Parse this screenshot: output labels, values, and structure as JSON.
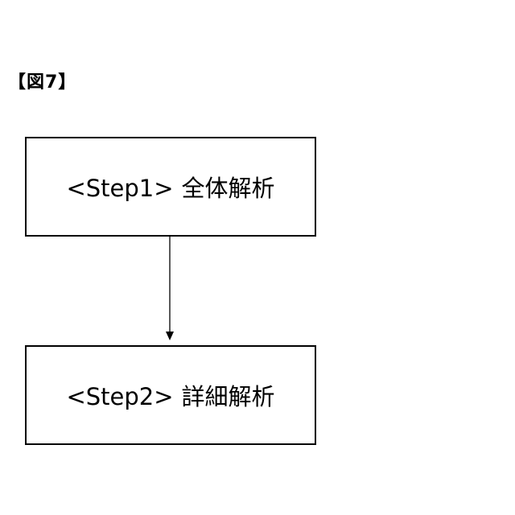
{
  "figure": {
    "label": "【図7】"
  },
  "steps": [
    {
      "tag": "<Step1>",
      "title": "全体解析"
    },
    {
      "tag": "<Step2>",
      "title": "詳細解析"
    }
  ]
}
